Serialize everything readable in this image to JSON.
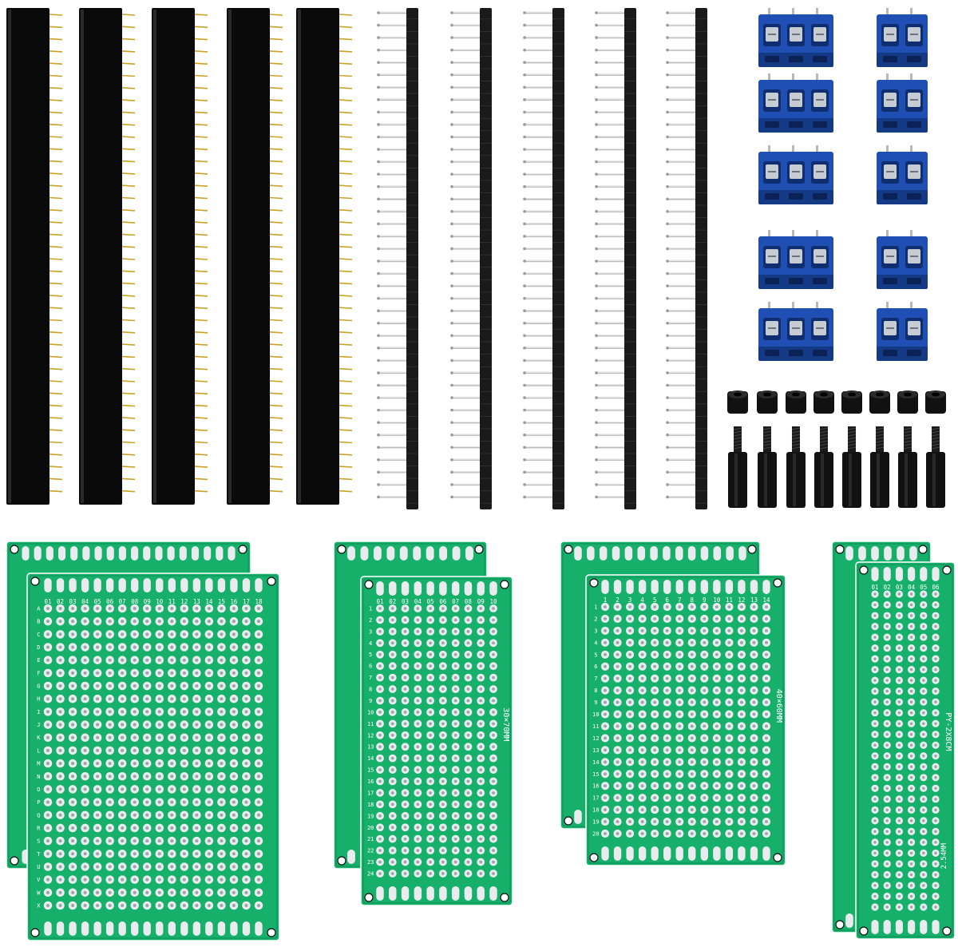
{
  "scene": {
    "background": "#ffffff",
    "colors": {
      "header_black": "#0a0a0a",
      "gold_pin": "#c9a227",
      "pin_silver": "#d9d9d9",
      "pin_dark": "#1a1a1a",
      "terminal_blue": "#1f4fb3",
      "terminal_blue_dark": "#153a85",
      "screw_silver": "#c7ccd3",
      "spacer_black": "#111111",
      "pcb_green": "#17b06b",
      "pcb_green_dark": "#0e8f55",
      "pad_silver": "#e9ecef"
    }
  },
  "components": {
    "female_headers": {
      "count": 5,
      "pins_each": 40,
      "icon": "female-header-strip"
    },
    "male_pin_headers": {
      "count": 5,
      "pins_each": 40,
      "icon": "male-pin-strip"
    },
    "terminal_blocks_3pin": {
      "count": 5,
      "icon": "screw-terminal-3"
    },
    "terminal_blocks_2pin": {
      "count": 5,
      "icon": "screw-terminal-2"
    },
    "nylon_nuts": {
      "count": 8,
      "icon": "hex-nut"
    },
    "standoffs": {
      "count": 8,
      "icon": "hex-standoff"
    },
    "pcb_boards": [
      {
        "name": "pcb-50x70",
        "label": "",
        "cols": 18,
        "rows": 24,
        "col_labels": [
          "01",
          "02",
          "03",
          "04",
          "05",
          "06",
          "07",
          "08",
          "09",
          "10",
          "11",
          "12",
          "13",
          "14",
          "15",
          "16",
          "17",
          "18"
        ],
        "row_labels": [
          "A",
          "B",
          "C",
          "D",
          "E",
          "F",
          "G",
          "H",
          "I",
          "J",
          "K",
          "L",
          "M",
          "N",
          "O",
          "P",
          "Q",
          "R",
          "S",
          "T",
          "U",
          "V",
          "W",
          "X"
        ]
      },
      {
        "name": "pcb-30x70",
        "label": "30×70MM",
        "cols": 10,
        "rows": 24,
        "col_labels": [
          "01",
          "02",
          "03",
          "04",
          "05",
          "06",
          "07",
          "08",
          "09",
          "10"
        ],
        "row_labels": [
          "1",
          "2",
          "3",
          "4",
          "5",
          "6",
          "7",
          "8",
          "9",
          "10",
          "11",
          "12",
          "13",
          "14",
          "15",
          "16",
          "17",
          "18",
          "19",
          "20",
          "21",
          "22",
          "23",
          "24"
        ]
      },
      {
        "name": "pcb-40x60",
        "label": "40×60MM",
        "cols": 14,
        "rows": 20,
        "col_labels": [
          "1",
          "2",
          "3",
          "4",
          "5",
          "6",
          "7",
          "8",
          "9",
          "10",
          "11",
          "12",
          "13",
          "14"
        ],
        "row_labels": [
          "1",
          "2",
          "3",
          "4",
          "5",
          "6",
          "7",
          "8",
          "9",
          "10",
          "11",
          "12",
          "13",
          "14",
          "15",
          "16",
          "17",
          "18",
          "19",
          "20"
        ]
      },
      {
        "name": "pcb-20x80",
        "label": "PY-2X8CM",
        "sublabel": "2.54MM",
        "cols": 6,
        "rows": 30,
        "col_labels": [
          "01",
          "02",
          "03",
          "04",
          "05",
          "06"
        ],
        "row_labels": []
      }
    ]
  }
}
